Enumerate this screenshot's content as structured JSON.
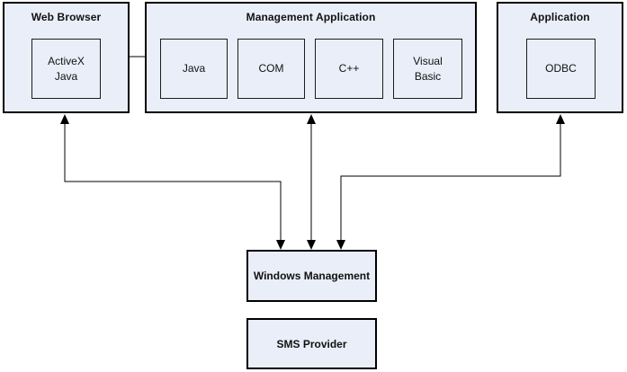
{
  "diagram": {
    "web_browser": {
      "title": "Web Browser",
      "component": "ActiveX\nJava"
    },
    "management_application": {
      "title": "Management Application",
      "components": [
        "Java",
        "COM",
        "C++",
        "Visual\nBasic"
      ]
    },
    "application": {
      "title": "Application",
      "component": "ODBC"
    },
    "windows_management": {
      "title": "Windows Management"
    },
    "sms_provider": {
      "title": "SMS Provider"
    }
  },
  "colors": {
    "box_fill": "#e9eef8",
    "box_border": "#000000",
    "inner_border": "#1c1c1c",
    "connector": "#000000"
  }
}
